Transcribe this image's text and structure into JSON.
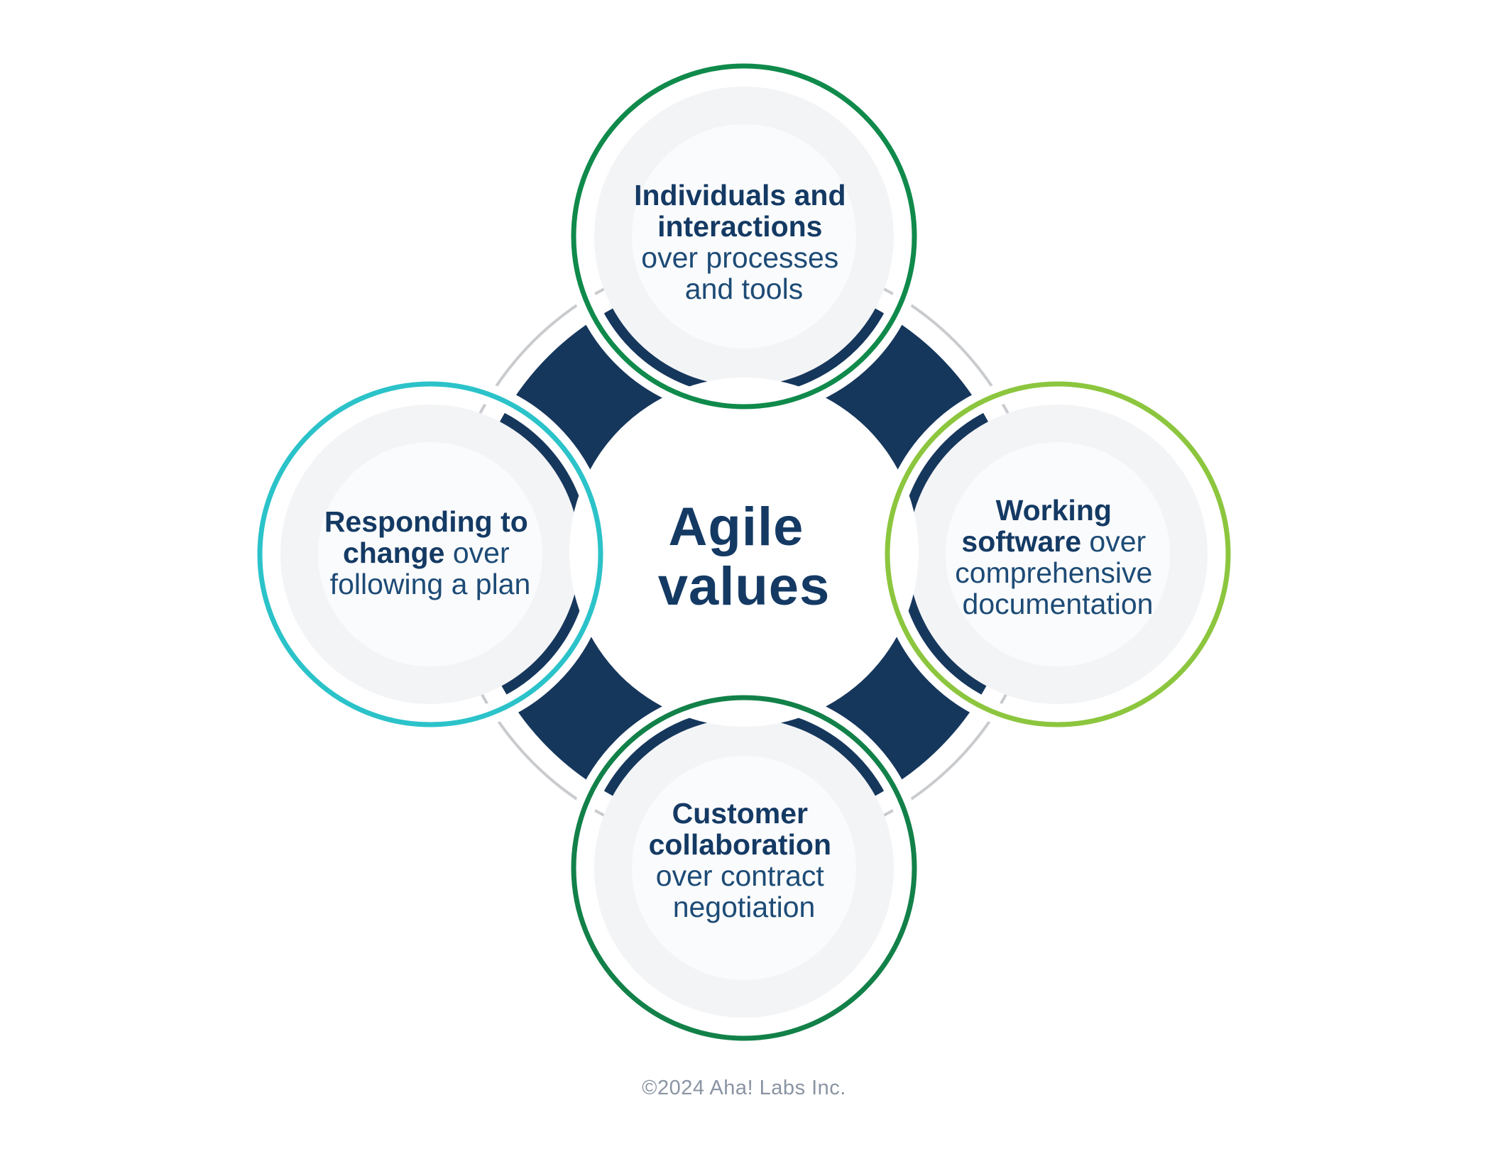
{
  "title": {
    "line1": "Agile",
    "line2": "values"
  },
  "footer": {
    "copyright": "©2024 Aha! Labs Inc."
  },
  "colors": {
    "background": "#FFFFFF",
    "navy_ring": "#16375C",
    "outline_gray": "#C9CBCE",
    "circle_fill": "#F3F4F6",
    "circle_inner_fill": "#FAFBFC",
    "halo_white": "#FFFFFF",
    "text_bold": "#143A64",
    "text_regular": "#1D4B76",
    "title_text": "#143A64",
    "footer_text": "#8A94A3",
    "ring_top": "#0F8A4B",
    "ring_right": "#8CC63E",
    "ring_bottom": "#128149",
    "ring_left": "#2BC3C9"
  },
  "values": {
    "top": {
      "ring_color": "#0F8A4B",
      "bold_lines": [
        "Individuals and",
        "interactions"
      ],
      "regular_lines": [
        "over processes",
        "and tools"
      ]
    },
    "right": {
      "ring_color": "#8CC63E",
      "bold_line1": "Working",
      "bold_line2": "software",
      "regular_line2_suffix": " over",
      "regular_lines": [
        "comprehensive",
        "documentation"
      ]
    },
    "bottom": {
      "ring_color": "#128149",
      "bold_lines": [
        "Customer",
        "collaboration"
      ],
      "regular_lines": [
        "over contract",
        "negotiation"
      ]
    },
    "left": {
      "ring_color": "#2BC3C9",
      "bold_line1": "Responding to",
      "bold_line2": "change",
      "regular_line2_suffix": " over",
      "regular_line3": "following a plan"
    }
  }
}
